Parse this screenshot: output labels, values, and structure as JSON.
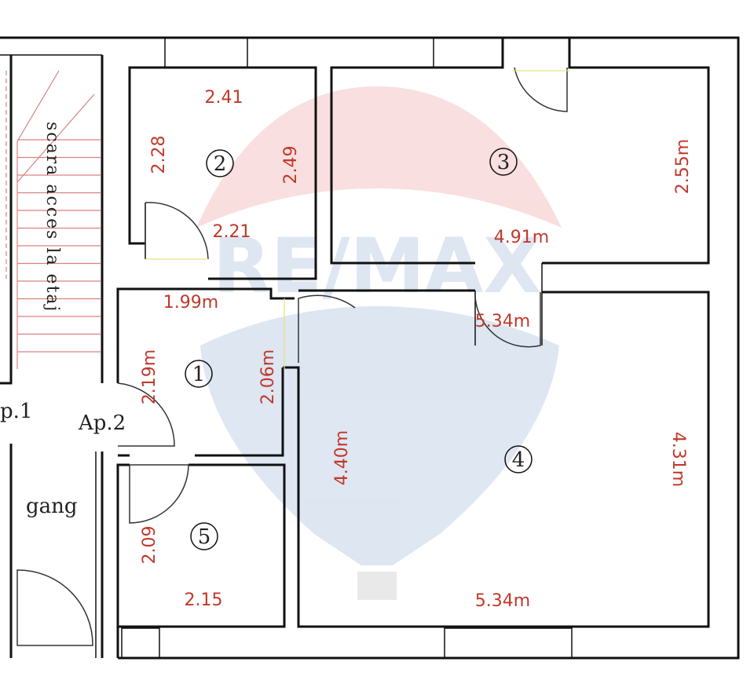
{
  "watermark": {
    "text": "RE/MAX",
    "red": "#e05050",
    "blue": "#4a78b8"
  },
  "colors": {
    "dimension": "#c0392b",
    "wall": "#111111",
    "stair": "#d98080"
  },
  "stair_label": "scara acces la etaj",
  "labels": {
    "ap1": "p.1",
    "ap2": "Ap.2",
    "gang": "gang"
  },
  "rooms": [
    {
      "number": "1",
      "dims": {
        "top": "1.99m",
        "left": "2.19m",
        "right": "2.06m"
      }
    },
    {
      "number": "2",
      "dims": {
        "top": "2.41",
        "left": "2.28",
        "right": "2.49",
        "bottom": "2.21"
      }
    },
    {
      "number": "3",
      "dims": {
        "right": "2.55m",
        "bottom": "4.91m"
      }
    },
    {
      "number": "4",
      "dims": {
        "top": "5.34m",
        "left": "4.40m",
        "right": "4.31m",
        "bottom": "5.34m"
      }
    },
    {
      "number": "5",
      "dims": {
        "left": "2.09",
        "bottom": "2.15"
      }
    }
  ]
}
